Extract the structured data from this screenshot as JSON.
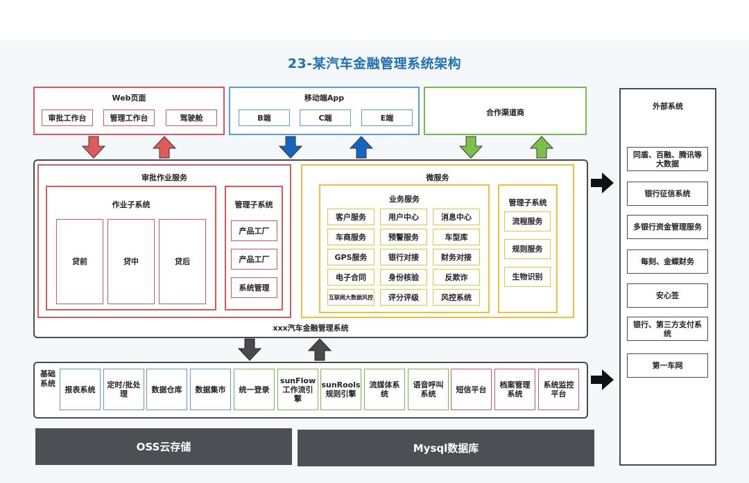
{
  "title": "23-某汽车金融管理系统架构",
  "web": {
    "title": "Web页面",
    "items": [
      "审批工作台",
      "管理工作台",
      "驾驶舱"
    ]
  },
  "mobile": {
    "title": "移动端App",
    "items": [
      "B端",
      "C端",
      "E端"
    ]
  },
  "partner": {
    "title": "合作渠道商"
  },
  "main": {
    "caption": "xxx汽车金融管理系统",
    "approval": {
      "title": "审批作业服务",
      "work": {
        "title": "作业子系统",
        "items": [
          "贷前",
          "贷中",
          "贷后"
        ]
      },
      "mgmt": {
        "title": "管理子系统",
        "items": [
          "产品工厂",
          "产品工厂",
          "系统管理"
        ]
      }
    },
    "micro": {
      "title": "微服务",
      "business": {
        "title": "业务服务",
        "rows": [
          [
            "客户服务",
            "用户中心",
            "消息中心"
          ],
          [
            "车商服务",
            "预警服务",
            "车型库"
          ],
          [
            "GPS服务",
            "银行对接",
            "财务对接"
          ],
          [
            "电子合同",
            "身份核验",
            "反欺诈"
          ],
          [
            "互联网大数据风控",
            "评分评级",
            "风控系统"
          ]
        ]
      },
      "mgmt": {
        "title": "管理子系统",
        "items": [
          "流程服务",
          "规则服务",
          "生物识别"
        ]
      }
    }
  },
  "base": {
    "title": "基础系统",
    "items": [
      {
        "label": "报表系统",
        "color": "blue"
      },
      {
        "label": "定时/批处理",
        "color": "blue"
      },
      {
        "label": "数据仓库",
        "color": "blue"
      },
      {
        "label": "数据集市",
        "color": "blue"
      },
      {
        "label": "统一登录",
        "color": "green"
      },
      {
        "label": "sunFlow工作流引擎",
        "color": "green"
      },
      {
        "label": "sunRools规则引擎",
        "color": "green"
      },
      {
        "label": "流媒体系统",
        "color": "green"
      },
      {
        "label": "语音呼叫系统",
        "color": "green"
      },
      {
        "label": "短信平台",
        "color": "red"
      },
      {
        "label": "档案管理系统",
        "color": "red"
      },
      {
        "label": "系统监控平台",
        "color": "red"
      }
    ]
  },
  "storage": {
    "oss": "OSS云存储",
    "mysql": "Mysql数据库"
  },
  "external": {
    "title": "外部系统",
    "items": [
      "同盾、百融、腾讯等大数据",
      "银行征信系统",
      "多银行资金管理服务",
      "每刻、金蝶财务",
      "安心签",
      "银行、第三方支付系统",
      "第一车网"
    ]
  },
  "colors": {
    "red": "#d9585b",
    "blue": "#5b9bd5",
    "green": "#79b94c",
    "yellow": "#e7c33a",
    "dark": "#4a4a4a",
    "title": "#1f6fb6",
    "redArrow": "#e05a5a",
    "blueArrow": "#1565c0",
    "greenArrow": "#7cc04a",
    "grayArrow": "#4a4a4a"
  }
}
